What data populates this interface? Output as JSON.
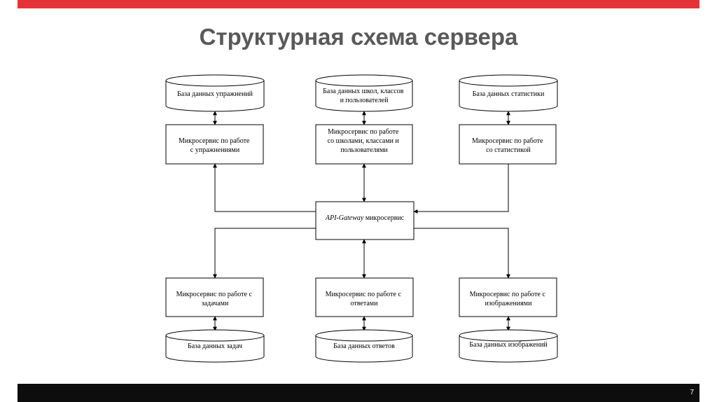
{
  "slide": {
    "title": "Структурная схема сервера",
    "page_number": "7",
    "accent_color": "#e53238",
    "footer_color": "#0d0d0d"
  },
  "diagram": {
    "databases": {
      "exercises": [
        "База данных упражнений"
      ],
      "schools": [
        "База данных школ, классов",
        "и пользователей"
      ],
      "statistics": [
        "База данных статистики"
      ],
      "tasks": [
        "База данных задач"
      ],
      "answers": [
        "База данных ответов"
      ],
      "images": [
        "База данных изображений"
      ]
    },
    "services": {
      "exercises": [
        "Микросервис по работе",
        "с упражнениями"
      ],
      "schools": [
        "Микросервис по работе",
        "со школами, классами и",
        "пользователями"
      ],
      "statistics": [
        "Микросервис по работе",
        "со статистикой"
      ],
      "tasks": [
        "Микросервис по работе с",
        "задачами"
      ],
      "answers": [
        "Микросервис по работе с",
        "ответами"
      ],
      "images": [
        "Микросервис по работе с",
        "изображениями"
      ]
    },
    "gateway": {
      "name": "API-Gateway",
      "suffix": " микросервис"
    }
  }
}
